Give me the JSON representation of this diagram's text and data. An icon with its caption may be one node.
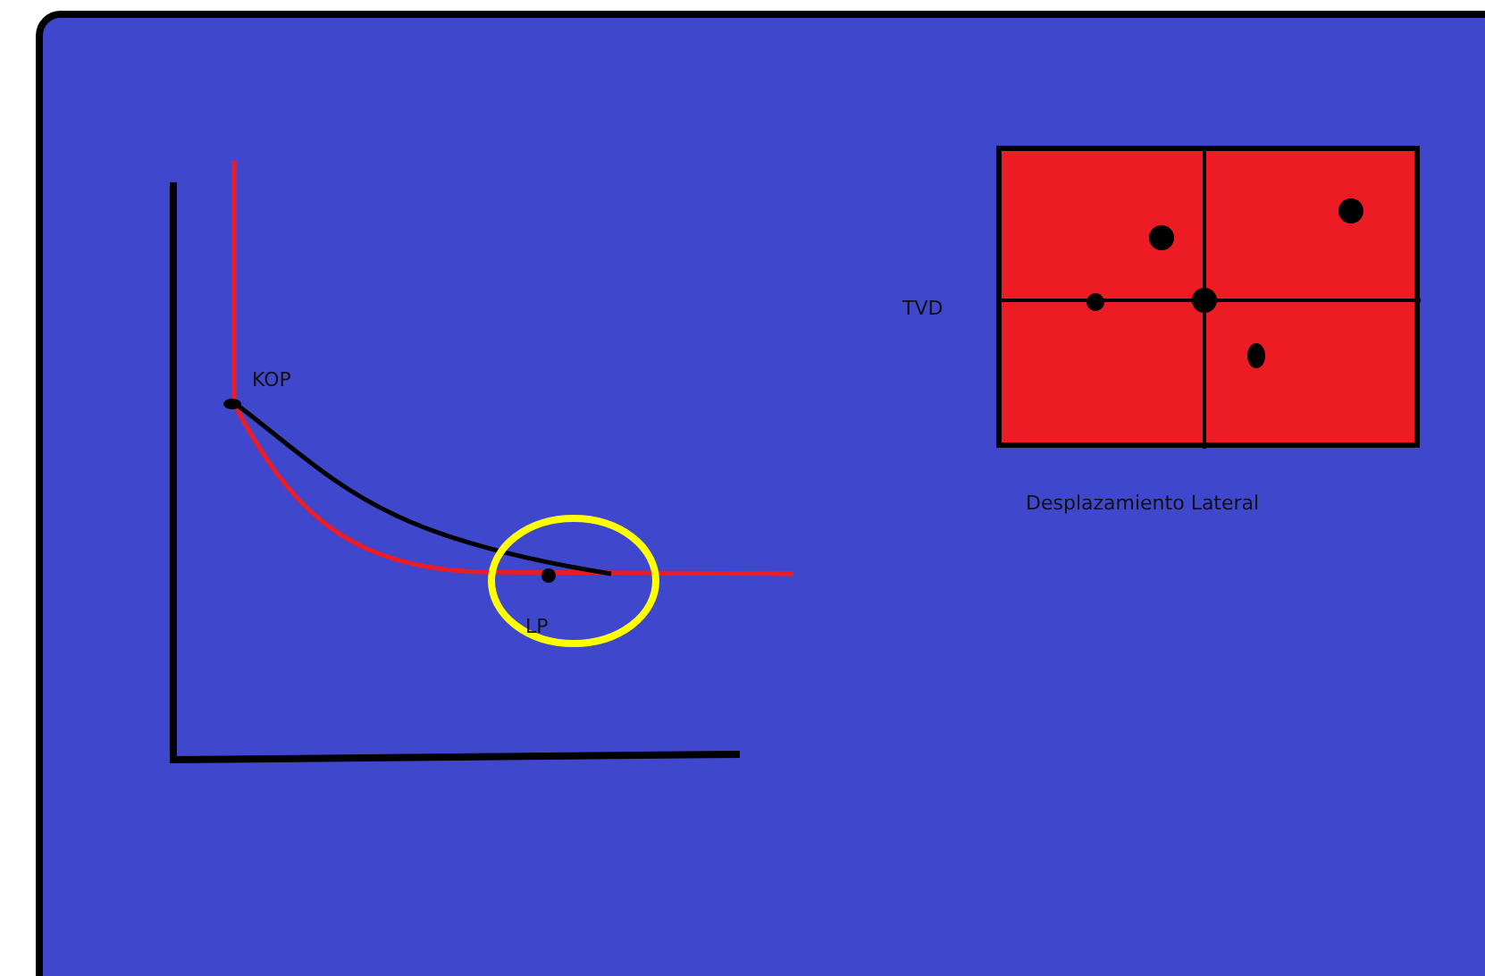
{
  "diagram": {
    "labels": [
      "KOP",
      "LP",
      "TVD",
      "Desplazamiento Lateral"
    ]
  }
}
